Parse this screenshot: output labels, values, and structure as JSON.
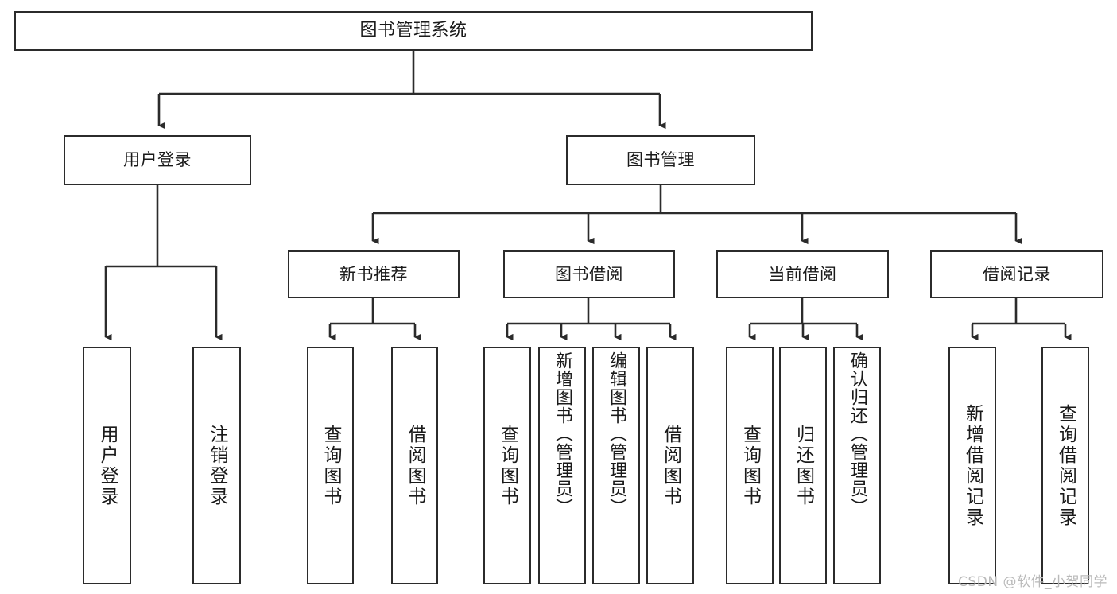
{
  "diagram": {
    "title": "图书管理系统",
    "type": "functional-structure-tree",
    "watermark": "CSDN @软件_小贺同学",
    "colors": {
      "stroke": "#2b2b2b",
      "fill": "#ffffff",
      "text": "#1a1a1a",
      "watermark": "#b9b9b9"
    },
    "levels": {
      "root": {
        "label": "图书管理系统"
      },
      "level2": [
        {
          "label": "用户登录"
        },
        {
          "label": "图书管理"
        }
      ],
      "level3": [
        {
          "label": "新书推荐"
        },
        {
          "label": "图书借阅"
        },
        {
          "label": "当前借阅"
        },
        {
          "label": "借阅记录"
        }
      ]
    },
    "nodes": {
      "root": "图书管理系统",
      "user_login": "用户登录",
      "book_manage": "图书管理",
      "new_book_rec": "新书推荐",
      "book_borrow": "图书借阅",
      "current_borrow": "当前借阅",
      "borrow_record": "借阅记录",
      "leaf_user_login": "用户登录",
      "leaf_logout": "注销登录",
      "leaf_query_book_1": "查询图书",
      "leaf_borrow_book_1": "借阅图书",
      "leaf_query_book_2": "查询图书",
      "leaf_add_book": "新增图书（管理员）",
      "leaf_edit_book": "编辑图书（管理员）",
      "leaf_borrow_book_2": "借阅图书",
      "leaf_query_book_3": "查询图书",
      "leaf_return_book": "归还图书",
      "leaf_confirm_return": "确认归还（管理员）",
      "leaf_add_record": "新增借阅记录",
      "leaf_query_record": "查询借阅记录"
    }
  }
}
